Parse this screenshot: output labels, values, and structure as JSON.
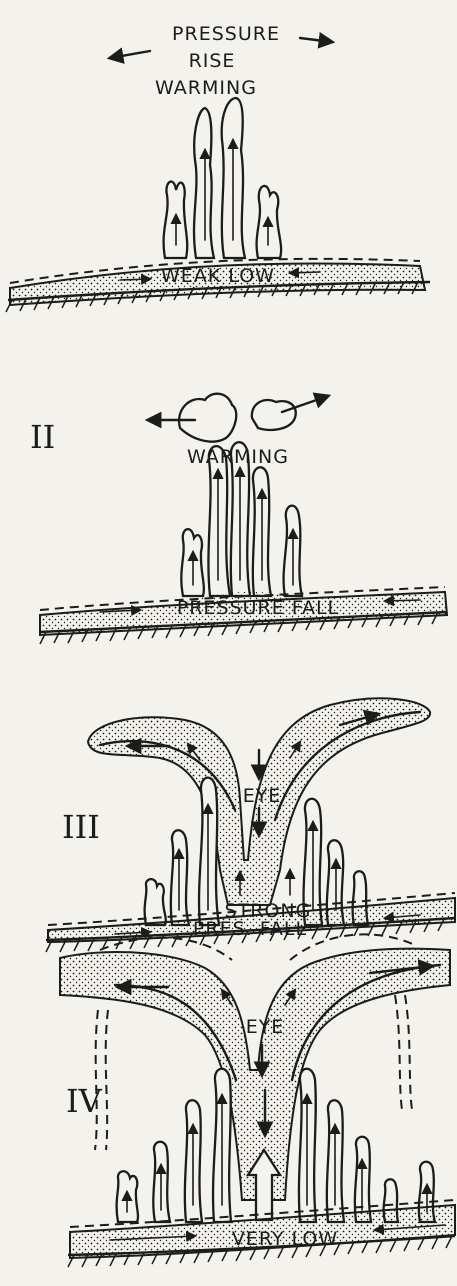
{
  "figure": {
    "stages": [
      {
        "id": "I",
        "numeral": "",
        "labels": [
          "PRESSURE",
          "RISE",
          "WARMING",
          "WEAK LOW"
        ]
      },
      {
        "id": "II",
        "numeral": "II",
        "labels": [
          "WARMING",
          "PRESSURE FALL"
        ]
      },
      {
        "id": "III",
        "numeral": "III",
        "labels": [
          "EYE",
          "STRONG",
          "PRES. FALL"
        ]
      },
      {
        "id": "IV",
        "numeral": "IV",
        "labels": [
          "EYE",
          "VERY LOW"
        ]
      }
    ]
  }
}
